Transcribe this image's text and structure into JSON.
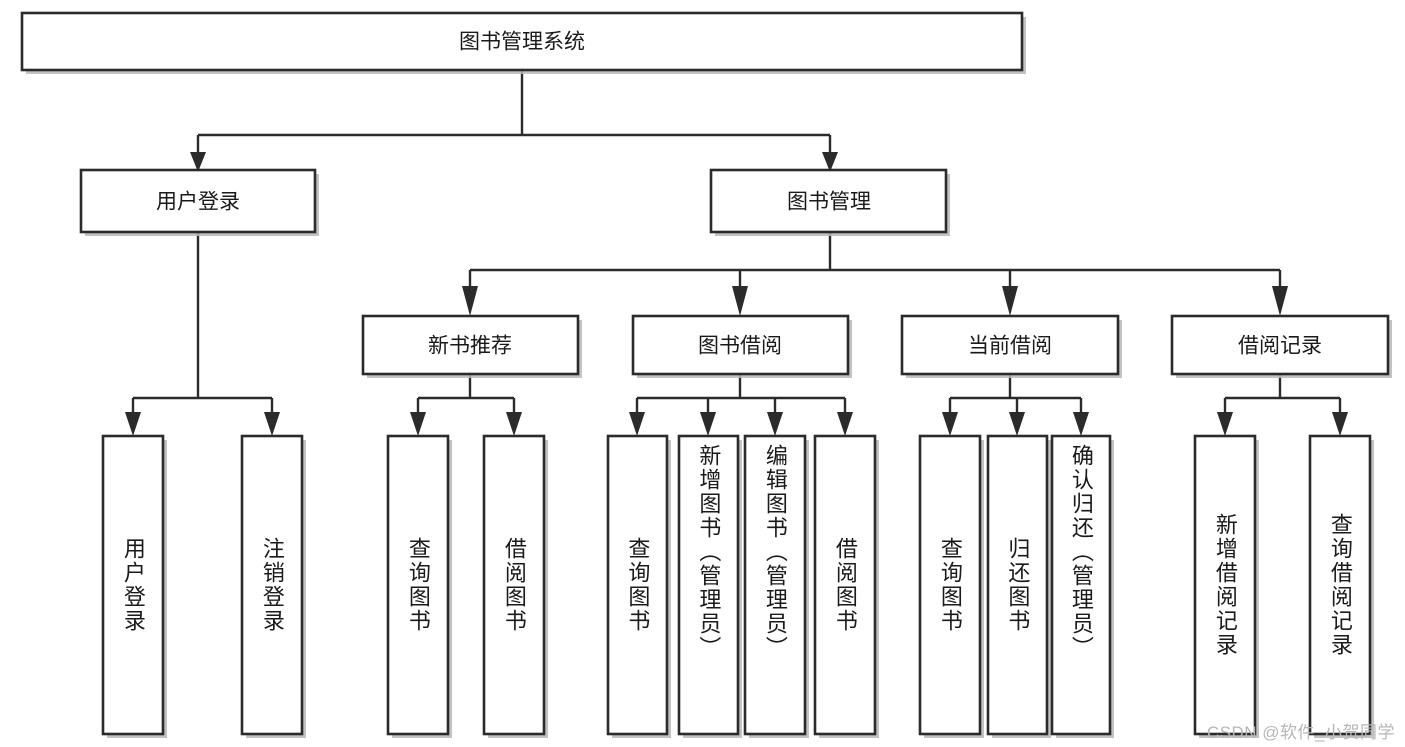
{
  "diagram": {
    "title": "图书管理系统",
    "type": "tree-hierarchy",
    "watermark": "CSDN @软件_小贺同学",
    "colors": {
      "background": "#ffffff",
      "box_stroke": "#2b2b2b",
      "box_fill": "#ffffff",
      "text": "#1a1a1a",
      "shadow": "#b9b9b9",
      "watermark": "#b6b6b6"
    },
    "root": {
      "label": "图书管理系统"
    },
    "level2": [
      {
        "id": "user-login",
        "label": "用户登录"
      },
      {
        "id": "book-manage",
        "label": "图书管理"
      }
    ],
    "level3": [
      {
        "id": "new-book-recommend",
        "label": "新书推荐",
        "parent": "book-manage"
      },
      {
        "id": "book-borrow",
        "label": "图书借阅",
        "parent": "book-manage"
      },
      {
        "id": "current-borrow",
        "label": "当前借阅",
        "parent": "book-manage"
      },
      {
        "id": "borrow-record",
        "label": "借阅记录",
        "parent": "book-manage"
      }
    ],
    "leaves": {
      "user-login": [
        {
          "id": "leaf-user-login",
          "label": "用户登录"
        },
        {
          "id": "leaf-logout",
          "label": "注销登录"
        }
      ],
      "new-book-recommend": [
        {
          "id": "leaf-query-book-1",
          "label": "查询图书"
        },
        {
          "id": "leaf-borrow-book-1",
          "label": "借阅图书"
        }
      ],
      "book-borrow": [
        {
          "id": "leaf-query-book-2",
          "label": "查询图书"
        },
        {
          "id": "leaf-add-book",
          "label": "新增图书（管理员）"
        },
        {
          "id": "leaf-edit-book",
          "label": "编辑图书（管理员）"
        },
        {
          "id": "leaf-borrow-book-2",
          "label": "借阅图书"
        }
      ],
      "current-borrow": [
        {
          "id": "leaf-query-book-3",
          "label": "查询图书"
        },
        {
          "id": "leaf-return-book",
          "label": "归还图书"
        },
        {
          "id": "leaf-confirm-return",
          "label": "确认归还（管理员）"
        }
      ],
      "borrow-record": [
        {
          "id": "leaf-add-record",
          "label": "新增借阅记录"
        },
        {
          "id": "leaf-query-record",
          "label": "查询借阅记录"
        }
      ]
    }
  }
}
